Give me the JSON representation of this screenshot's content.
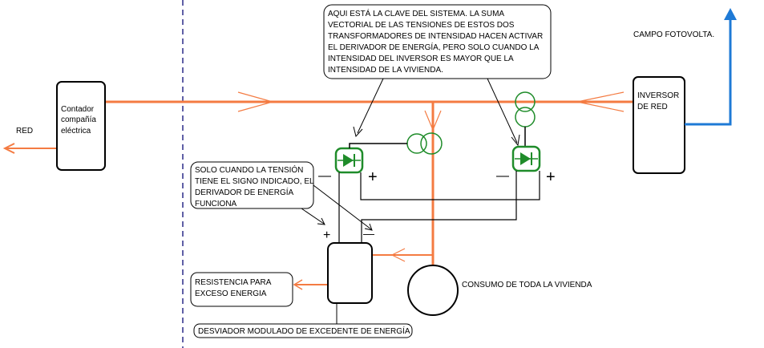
{
  "colors": {
    "orange": "#f47b42",
    "blue": "#1e7ad6",
    "green": "#1f8c2a",
    "black": "#000000",
    "dash": "#2a2a88"
  },
  "labels": {
    "red": "RED",
    "meter": [
      "Contador",
      "compañía",
      "eléctrica"
    ],
    "inverter": [
      "INVERSOR",
      "DE RED"
    ],
    "pv_field": "CAMPO FOTOVOLTA.",
    "house_load": "CONSUMO DE TODA LA VIVIENDA"
  },
  "notes": {
    "key": [
      "AQUI ESTÁ LA CLAVE DEL SISTEMA. LA SUMA",
      "VECTORIAL DE LAS TENSIONES DE ESTOS DOS",
      "TRANSFORMADORES DE INTENSIDAD HACEN ACTIVAR",
      "EL DERIVADOR DE ENERGÍA, PERO SOLO CUANDO LA",
      "INTENSIDAD DEL INVERSOR ES MAYOR QUE LA",
      "INTENSIDAD DE LA VIVIENDA."
    ],
    "sign": [
      "SOLO CUANDO LA TENSIÓN",
      "TIENE EL SIGNO INDICADO, EL",
      "DERIVADOR DE ENERGÍA",
      "FUNCIONA"
    ],
    "resistor": [
      "RESISTENCIA PARA",
      "EXCESO ENERGIA"
    ],
    "diverter": "DESVIADOR MODULADO DE EXCEDENTE DE ENERGÍA"
  },
  "signs": {
    "plus": "+",
    "minus": "—"
  }
}
